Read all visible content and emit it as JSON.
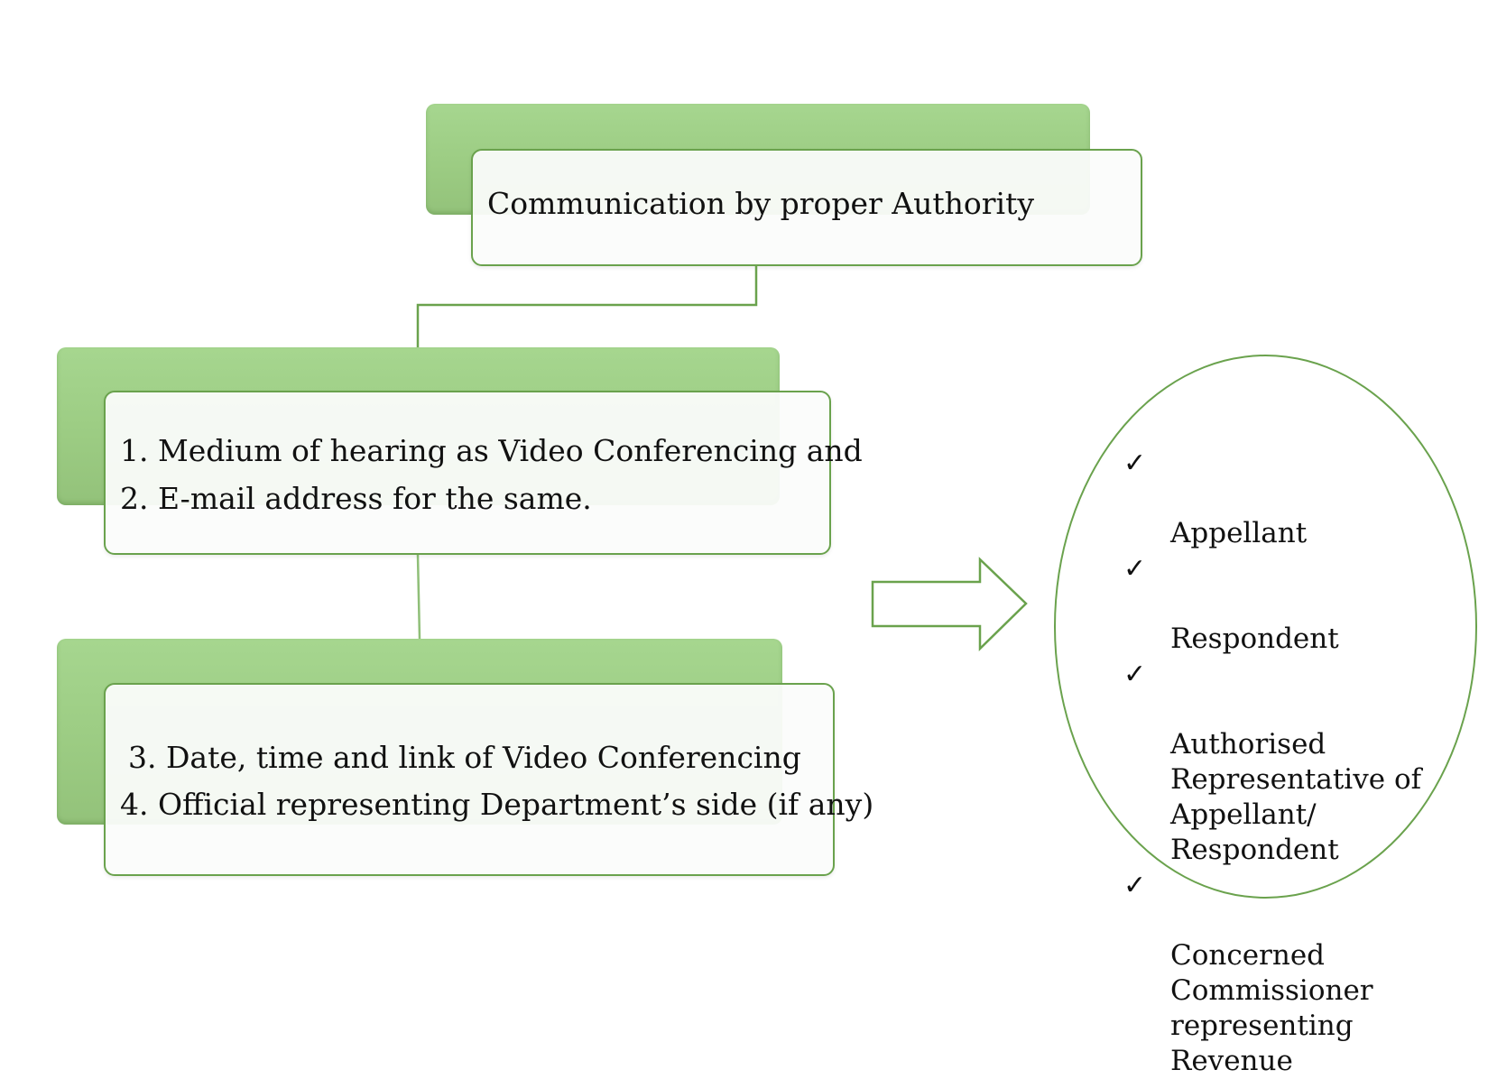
{
  "diagram": {
    "top_box": {
      "text": "Communication by proper Authority"
    },
    "middle_box": {
      "line1": "1. Medium of hearing as Video Conferencing and",
      "line2": "2. E-mail address for the same."
    },
    "bottom_box": {
      "line1": "3. Date, time and link of Video Conferencing",
      "line2": "4. Official representing Department’s side (if any)"
    },
    "participants": [
      {
        "label": "Appellant"
      },
      {
        "label": "Respondent"
      },
      {
        "label": "Authorised\nRepresentative of\nAppellant/\nRespondent"
      },
      {
        "label": "Concerned\nCommissioner\nrepresenting\nRevenue"
      }
    ],
    "check_symbol": "✓",
    "colors": {
      "accent_green": "#6aa24d",
      "tab_green": "#9ccc83"
    }
  }
}
